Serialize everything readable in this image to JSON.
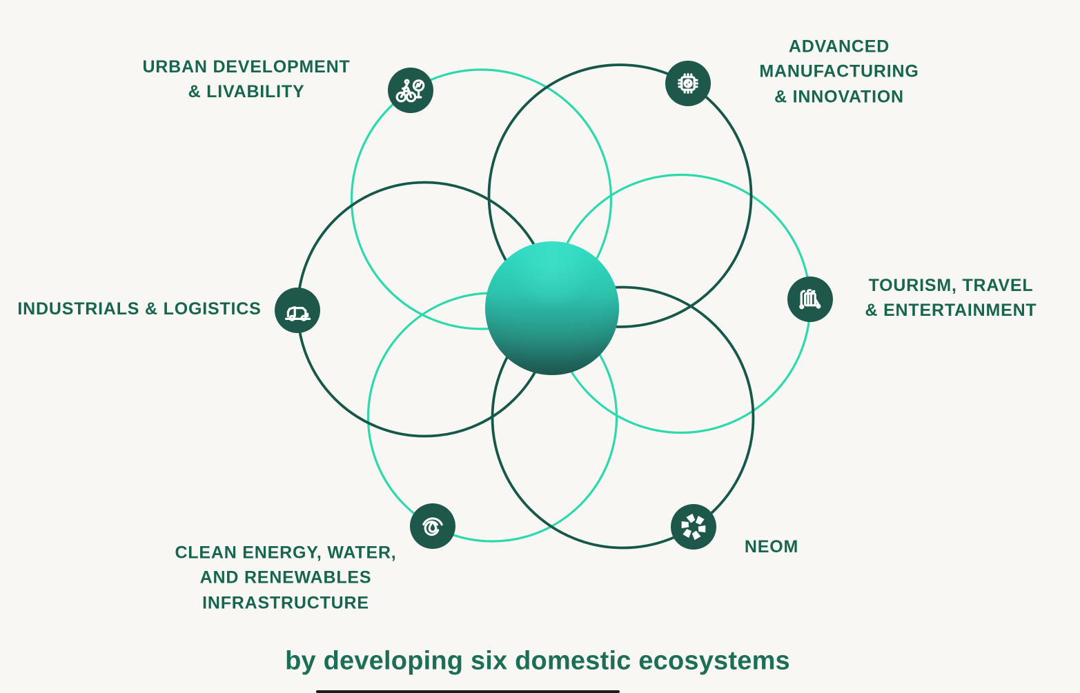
{
  "caption": {
    "text": "by developing six domestic ecosystems"
  },
  "colors": {
    "background": "#f8f7f4",
    "ring_dark_green": "#15584a",
    "ring_teal": "#2bd9ad",
    "badge_fill": "#1e584a",
    "label_text": "#17654e",
    "caption_text": "#1d6e57",
    "sphere_top": "#30ddc3",
    "sphere_bottom": "#215c53"
  },
  "ecosystems": [
    {
      "id": "urban-development",
      "label_lines": [
        "URBAN DEVELOPMENT",
        "& LIVABILITY"
      ],
      "icon": "bicycle-and-tree-icon",
      "ring_color": "teal"
    },
    {
      "id": "advanced-manufacturing",
      "label_lines": [
        "ADVANCED",
        "MANUFACTURING",
        "& INNOVATION"
      ],
      "icon": "chip-brain-icon",
      "ring_color": "dark"
    },
    {
      "id": "industrials-logistics",
      "label_lines": [
        "INDUSTRIALS & LOGISTICS"
      ],
      "icon": "truck-icon",
      "ring_color": "dark"
    },
    {
      "id": "tourism-travel",
      "label_lines": [
        "TOURISM, TRAVEL",
        "& ENTERTAINMENT"
      ],
      "icon": "luggage-cart-icon",
      "ring_color": "teal"
    },
    {
      "id": "clean-energy",
      "label_lines": [
        "CLEAN ENERGY, WATER,",
        "AND RENEWABLES",
        "INFRASTRUCTURE"
      ],
      "icon": "water-drop-icon",
      "ring_color": "teal"
    },
    {
      "id": "neom",
      "label_lines": [
        "NEOM"
      ],
      "icon": "neom-flower-icon",
      "ring_color": "dark"
    }
  ]
}
